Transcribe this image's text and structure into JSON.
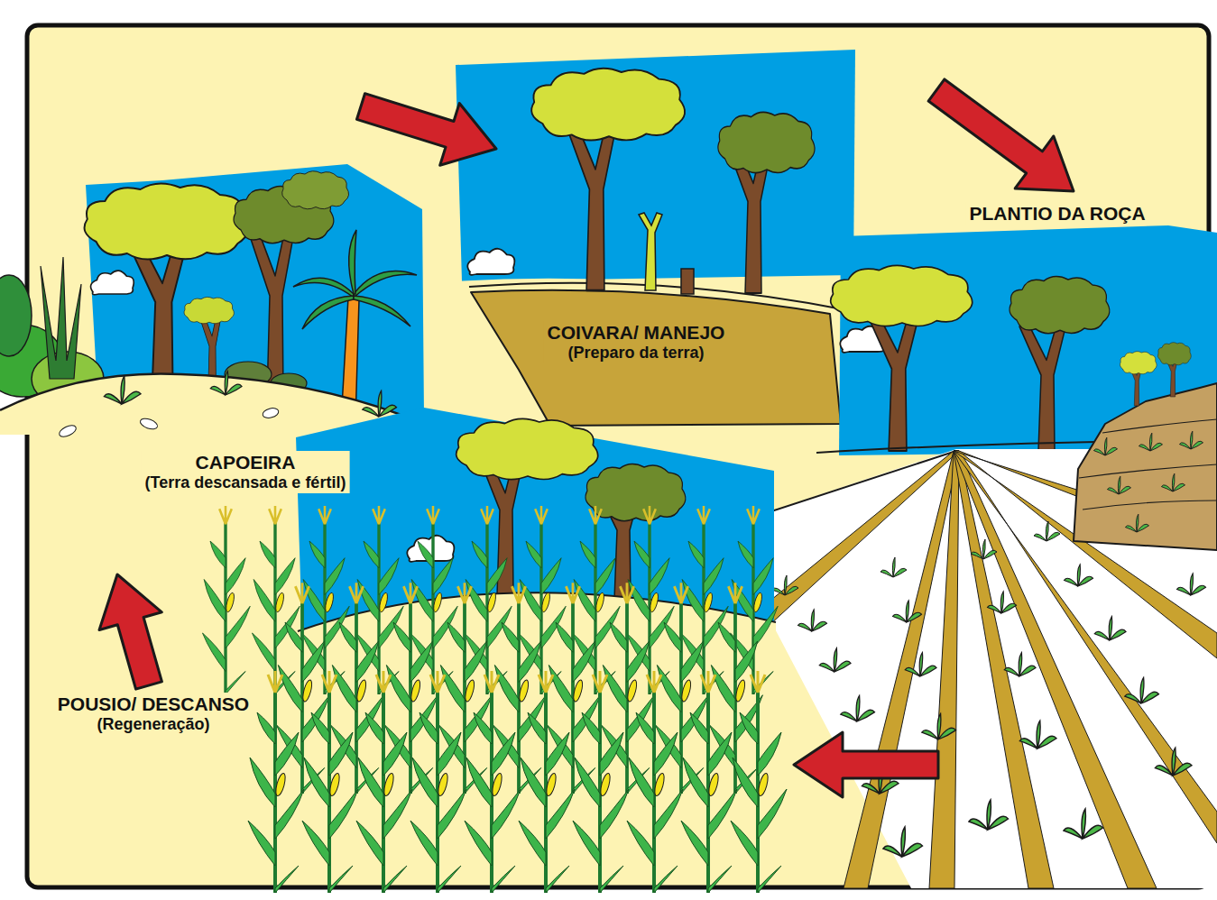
{
  "diagram": {
    "nodes": [
      {
        "text": [
          "CAPOEIRA",
          "(Terra descansada e fértil)"
        ]
      },
      {
        "text": [
          "COIVARA/ MANEJO",
          "(Preparo da terra)"
        ]
      },
      {
        "text": [
          "PLANTIO DA ROÇA"
        ]
      },
      {
        "text": [
          "POUSIO/ DESCANSO",
          "(Regeneração)"
        ]
      }
    ],
    "edges": [
      {
        "from": 0,
        "to": 1,
        "arrow": "to"
      },
      {
        "from": 1,
        "to": 2,
        "arrow": "to"
      },
      {
        "from": 2,
        "to": 3,
        "arrow": "to"
      },
      {
        "from": 3,
        "to": 0,
        "arrow": "to"
      }
    ]
  }
}
